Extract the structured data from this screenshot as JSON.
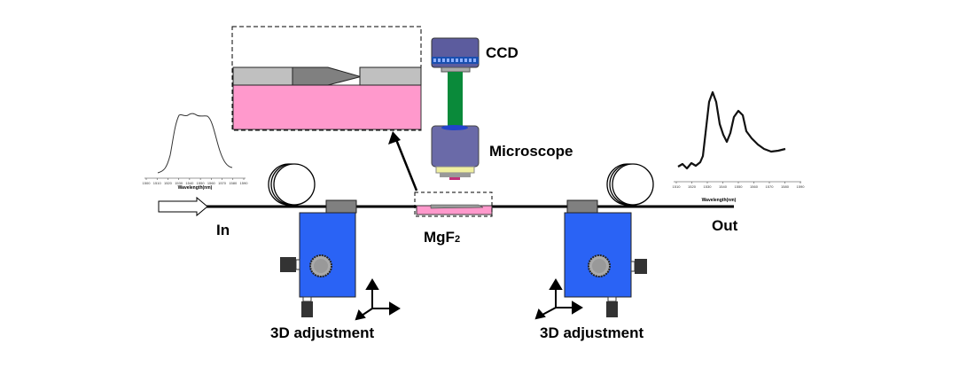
{
  "labels": {
    "ccd": "CCD",
    "microscope": "Microscope",
    "mgf2": "MgF",
    "mgf2_sub": "2",
    "in": "In",
    "out": "Out",
    "adj_left": "3D adjustment",
    "adj_right": "3D adjustment"
  },
  "input_spectrum": {
    "xlabel": "Wavelength(nm)",
    "ticks": [
      "1500",
      "1510",
      "1520",
      "1530",
      "1540",
      "1550",
      "1560",
      "1570",
      "1580",
      "1590"
    ]
  },
  "output_spectrum": {
    "xlabel": "Wavelength(nm)",
    "ticks": [
      "1510",
      "1520",
      "1530",
      "1540",
      "1550",
      "1560",
      "1570",
      "1580",
      "1590"
    ]
  },
  "colors": {
    "stage": "#2a63f5",
    "substrate": "#ff99cc",
    "beam": "#0a8a3a",
    "microscope": "#6a6aa8"
  }
}
